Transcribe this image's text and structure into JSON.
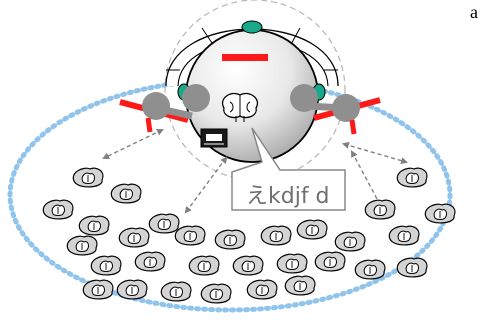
{
  "panel_label": "a",
  "callout_text": "えkdjf  d",
  "colors": {
    "field_border": "#90c4ec",
    "red_marker": "#ff1a1a",
    "teal": "#19a88a",
    "gray_node": "#8f8f8f",
    "arrow": "#808080",
    "cell_fill": "#cfcfcf"
  },
  "icons": [
    "robot-head",
    "brain-icon",
    "chip-icon",
    "cell-icon"
  ]
}
